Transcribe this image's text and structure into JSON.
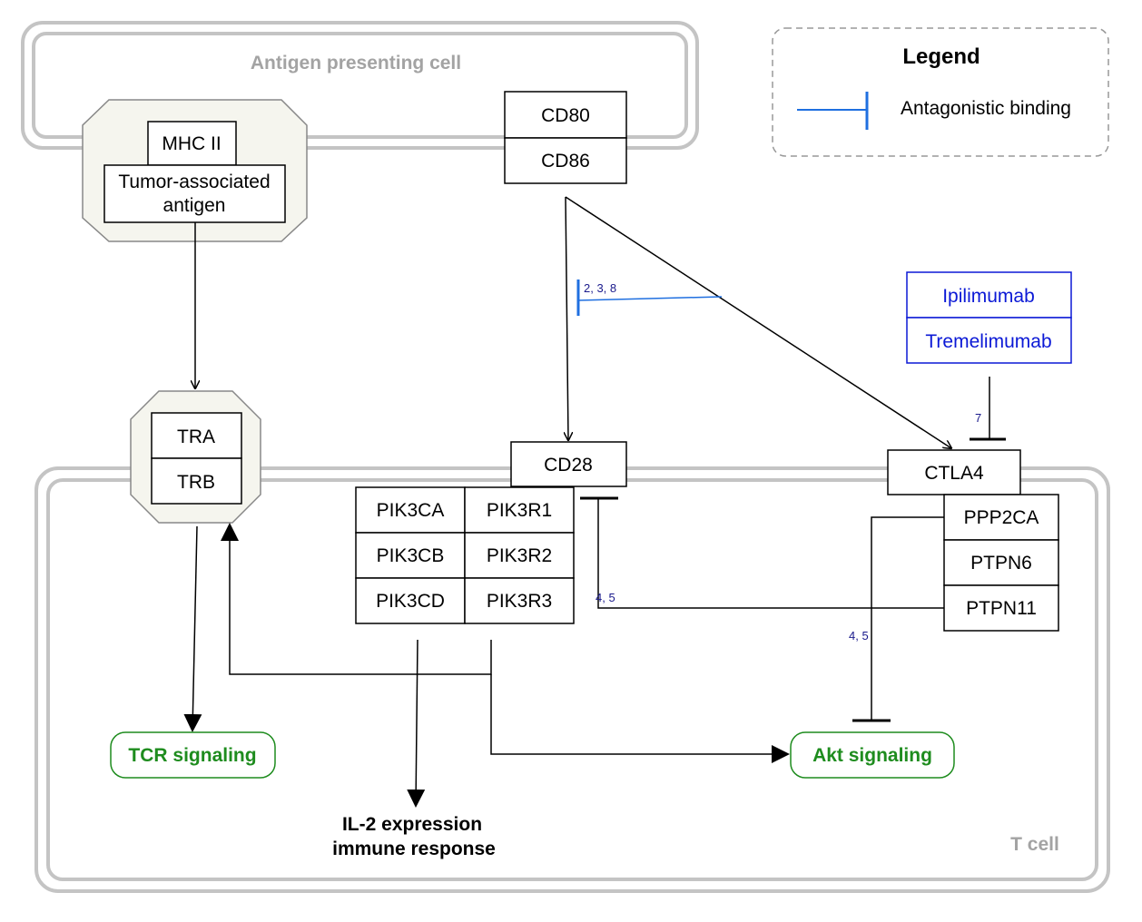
{
  "cells": {
    "apc_label": "Antigen presenting cell",
    "tcell_label": "T cell"
  },
  "legend": {
    "title": "Legend",
    "items": [
      {
        "label": "Antagonistic binding",
        "color": "#1f6fe0"
      }
    ]
  },
  "nodes": {
    "mhc2": "MHC II",
    "tumor_antigen_l1": "Tumor-associated",
    "tumor_antigen_l2": "antigen",
    "cd80": "CD80",
    "cd86": "CD86",
    "tra": "TRA",
    "trb": "TRB",
    "cd28": "CD28",
    "ctla4": "CTLA4",
    "ipilimumab": "Ipilimumab",
    "tremelimumab": "Tremelimumab",
    "pik3ca": "PIK3CA",
    "pik3r1": "PIK3R1",
    "pik3cb": "PIK3CB",
    "pik3r2": "PIK3R2",
    "pik3cd": "PIK3CD",
    "pik3r3": "PIK3R3",
    "ppp2ca": "PPP2CA",
    "ptpn6": "PTPN6",
    "ptpn11": "PTPN11"
  },
  "outcomes": {
    "tcr": "TCR signaling",
    "akt": "Akt signaling",
    "il2_l1": "IL-2 expression",
    "il2_l2": "immune response"
  },
  "edge_labels": {
    "cd80_cd28_inhibit": "2, 3, 8",
    "drug_ctla4": "7",
    "ptpn_cd28": "4, 5",
    "ppp2ca_akt": "4, 5"
  },
  "colors": {
    "outcome_green": "#1e8c1e",
    "drug_blue": "#0b19d6",
    "edge_label_navy": "#1a1a8c",
    "antagonist_blue": "#1f6fe0",
    "membrane_gray": "#c4c4c4",
    "cell_label_gray": "#a3a3a3"
  }
}
